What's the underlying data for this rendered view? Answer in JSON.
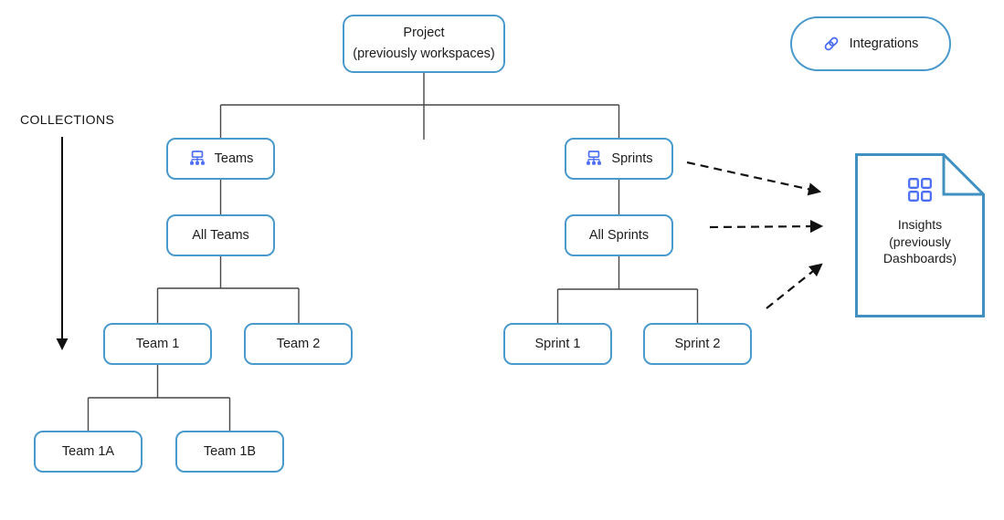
{
  "labels": {
    "collections": "COLLECTIONS"
  },
  "nodes": {
    "project": {
      "line1": "Project",
      "line2": "(previously workspaces)"
    },
    "integrations": {
      "label": "Integrations",
      "icon": "link-icon"
    },
    "teams": {
      "label": "Teams",
      "icon": "org-chart-icon"
    },
    "sprints": {
      "label": "Sprints",
      "icon": "org-chart-icon"
    },
    "all_teams": {
      "label": "All Teams"
    },
    "all_sprints": {
      "label": "All Sprints"
    },
    "team1": {
      "label": "Team 1"
    },
    "team2": {
      "label": "Team 2"
    },
    "team1a": {
      "label": "Team 1A"
    },
    "team1b": {
      "label": "Team 1B"
    },
    "sprint1": {
      "label": "Sprint 1"
    },
    "sprint2": {
      "label": "Sprint 2"
    },
    "insights": {
      "line1": "Insights",
      "line2": "(previously",
      "line3": "Dashboards)",
      "icon": "grid-icon",
      "shape": "document-with-folded-corner"
    }
  },
  "edges": {
    "solid": [
      "project -> teams",
      "project -> sprints",
      "teams -> all_teams",
      "all_teams -> team1",
      "all_teams -> team2",
      "team1 -> team1a",
      "team1 -> team1b",
      "sprints -> all_sprints",
      "all_sprints -> sprint1",
      "all_sprints -> sprint2"
    ],
    "dashed_arrows": [
      "sprints -> insights",
      "all_sprints -> insights",
      "sprints-subtree -> insights"
    ],
    "collections_arrow": "vertical arrow pointing down along Teams/Sprints levels"
  },
  "colors": {
    "node_border": "#4a99cc",
    "document_border": "#4090c2",
    "icon_accent": "#4c6ef5",
    "connector_line": "#474747",
    "arrow_black": "#111111",
    "text": "#1c1c1c",
    "background": "#ffffff"
  }
}
